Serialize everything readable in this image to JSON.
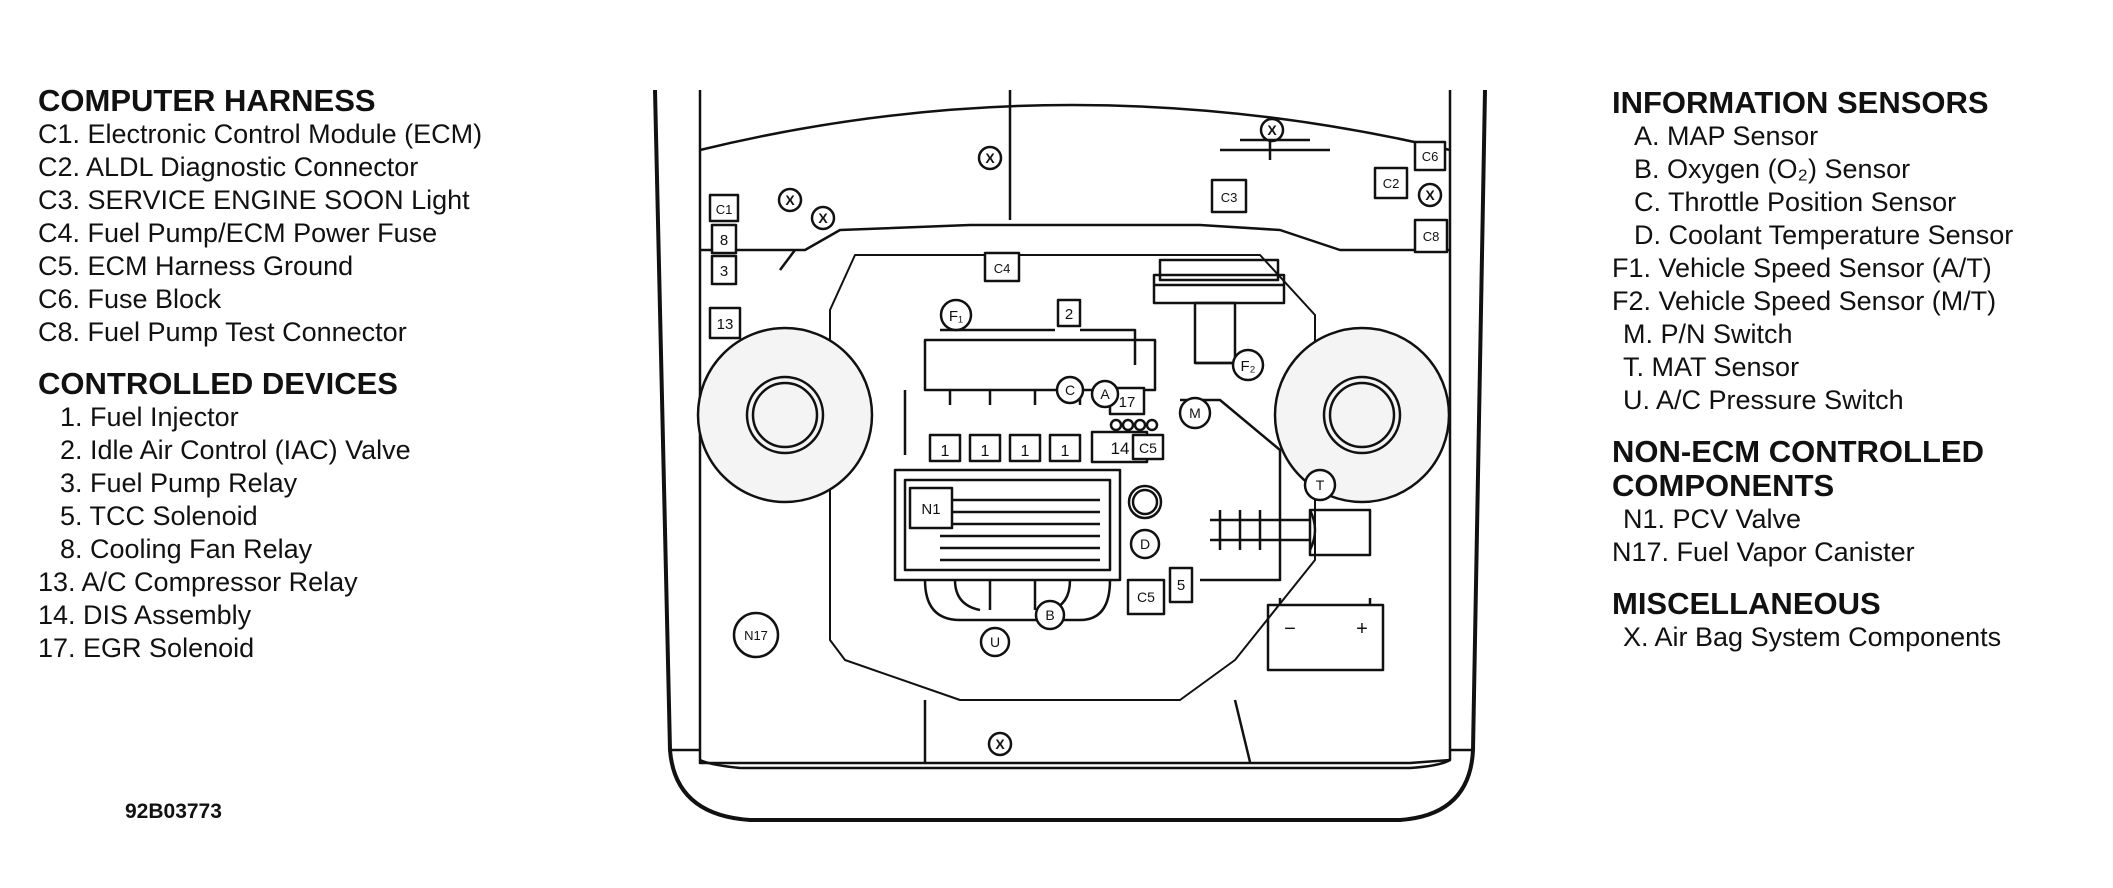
{
  "left_legend": {
    "computer_harness": {
      "heading": "COMPUTER HARNESS",
      "items": [
        "C1. Electronic Control Module (ECM)",
        "C2. ALDL Diagnostic Connector",
        "C3. SERVICE ENGINE SOON Light",
        "C4. Fuel Pump/ECM Power Fuse",
        "C5. ECM Harness Ground",
        "C6. Fuse Block",
        "C8. Fuel Pump Test Connector"
      ]
    },
    "controlled_devices": {
      "heading": "CONTROLLED DEVICES",
      "items": [
        "1. Fuel Injector",
        "2. Idle Air Control (IAC) Valve",
        "3. Fuel Pump Relay",
        "5. TCC Solenoid",
        "8. Cooling Fan Relay",
        "13. A/C Compressor Relay",
        "14. DIS Assembly",
        "17. EGR Solenoid"
      ]
    }
  },
  "right_legend": {
    "information_sensors": {
      "heading": "INFORMATION SENSORS",
      "items": [
        "A. MAP Sensor",
        "B. Oxygen (O₂) Sensor",
        "C. Throttle Position Sensor",
        "D. Coolant Temperature Sensor",
        "F1. Vehicle Speed Sensor (A/T)",
        "F2. Vehicle Speed Sensor (M/T)",
        "M. P/N Switch",
        "T. MAT Sensor",
        "U. A/C Pressure Switch"
      ]
    },
    "non_ecm": {
      "heading_line1": "NON-ECM CONTROLLED",
      "heading_line2": "COMPONENTS",
      "items": [
        "N1. PCV Valve",
        "N17. Fuel Vapor Canister"
      ]
    },
    "miscellaneous": {
      "heading": "MISCELLANEOUS",
      "items": [
        "X. Air Bag System Components"
      ]
    }
  },
  "figure_id": "92B03773",
  "diagram_labels": {
    "c1": "C1",
    "c2": "C2",
    "c3": "C3",
    "c4": "C4",
    "c5": "C5",
    "c6": "C6",
    "c8": "C8",
    "r8": "8",
    "r3": "3",
    "r13": "13",
    "r2": "2",
    "r17": "17",
    "r14": "14",
    "r5": "5",
    "r1": "1",
    "n1": "N1",
    "n17": "N17",
    "x": "X",
    "a": "A",
    "b": "B",
    "c": "C",
    "d": "D",
    "f1": "F₁",
    "f2": "F₂",
    "m": "M",
    "t": "T",
    "u": "U",
    "minus": "−",
    "plus": "+"
  }
}
